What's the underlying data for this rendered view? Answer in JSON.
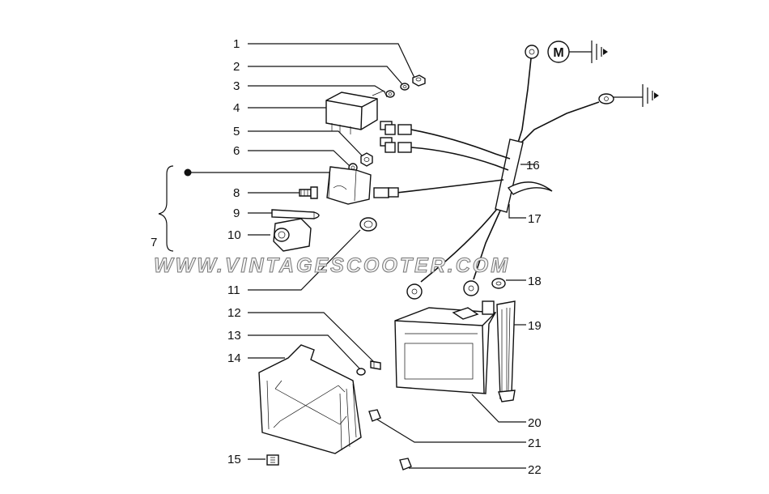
{
  "callouts": {
    "c1": "1",
    "c2": "2",
    "c3": "3",
    "c4": "4",
    "c5": "5",
    "c6": "6",
    "c7": "7",
    "c8": "8",
    "c9": "9",
    "c10": "10",
    "c11": "11",
    "c12": "12",
    "c13": "13",
    "c14": "14",
    "c15": "15",
    "c16": "16",
    "c17": "17",
    "c18": "18",
    "c19": "19",
    "c20": "20",
    "c21": "21",
    "c22": "22"
  },
  "symbols": {
    "motor_label": "M"
  },
  "watermark": "WWW.VINTAGESCOOTER.COM",
  "icons": [
    "ground-symbol-icon",
    "motor-symbol-icon"
  ]
}
